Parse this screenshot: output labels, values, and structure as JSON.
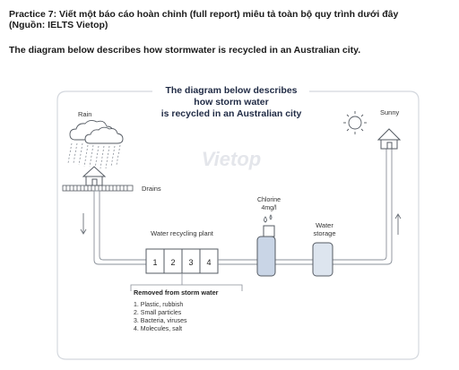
{
  "header": {
    "line1": "Practice 7: Viết một báo cáo hoàn chỉnh (full report) miêu tả toàn bộ quy trình dưới đây",
    "line2": "(Nguồn: IELTS Vietop)",
    "task": "The diagram below describes how stormwater is recycled in an Australian city."
  },
  "diagram": {
    "title_lines": [
      "The diagram below describes",
      "how storm water",
      "is recycled in an Australian city"
    ],
    "watermark": "Vietop",
    "labels": {
      "rain": "Rain",
      "sunny": "Sunny",
      "drains": "Drains",
      "chlorine_line1": "Chlorine",
      "chlorine_line2": "4mg/l",
      "water_storage_line1": "Water",
      "water_storage_line2": "storage",
      "plant": "Water recycling plant"
    },
    "stages": [
      "1",
      "2",
      "3",
      "4"
    ],
    "removed": {
      "title": "Removed from storm water",
      "items": [
        "1. Plastic, rubbish",
        "2. Small particles",
        "3. Bacteria, viruses",
        "4. Molecules, salt"
      ]
    },
    "colors": {
      "line": "#8a9099",
      "title": "#1f2a44",
      "chlorine_fill": "#c9d5e6",
      "storage_fill": "#dde5ef"
    }
  }
}
